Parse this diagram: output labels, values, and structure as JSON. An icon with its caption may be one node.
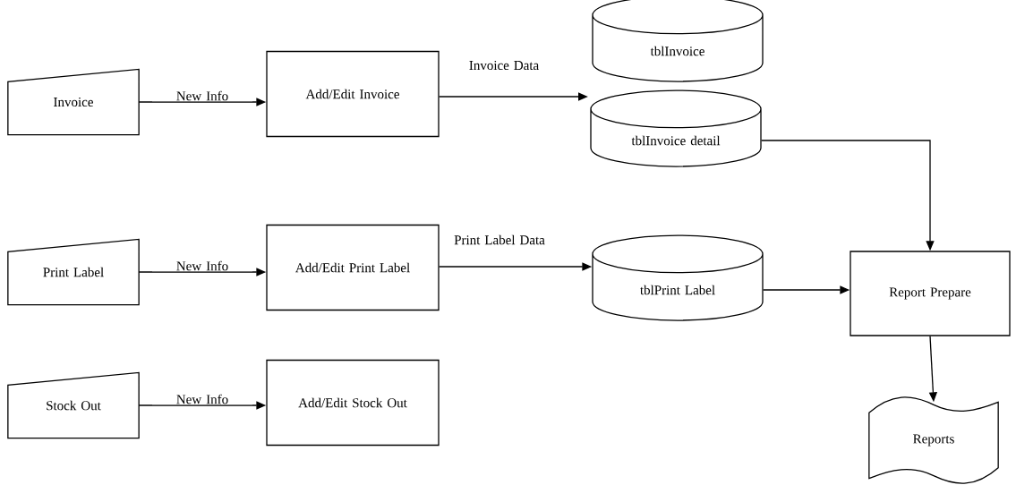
{
  "diagram": {
    "nodes": [
      {
        "text": [
          "Invoice"
        ]
      },
      {
        "text": [
          "Add/Edit Invoice"
        ]
      },
      {
        "text": [
          "tblInvoice"
        ]
      },
      {
        "text": [
          "tblInvoice detail"
        ]
      },
      {
        "text": [
          "Print Label"
        ]
      },
      {
        "text": [
          "Add/Edit Print Label"
        ]
      },
      {
        "text": [
          "tblPrint Label"
        ]
      },
      {
        "text": [
          "Stock Out"
        ]
      },
      {
        "text": [
          "Add/Edit Stock Out"
        ]
      },
      {
        "text": [
          "Report Prepare"
        ]
      },
      {
        "text": [
          "Reports"
        ]
      }
    ],
    "edges": [
      {
        "from": 0,
        "to": 1,
        "arrow": "to",
        "label": "New Info"
      },
      {
        "from": 1,
        "to": 2,
        "arrow": "to",
        "label": "Invoice Data"
      },
      {
        "from": 3,
        "to": 9,
        "arrow": "to"
      },
      {
        "from": 4,
        "to": 5,
        "arrow": "to",
        "label": "New Info"
      },
      {
        "from": 5,
        "to": 6,
        "arrow": "to",
        "label": "Print Label Data"
      },
      {
        "from": 6,
        "to": 9,
        "arrow": "to"
      },
      {
        "from": 7,
        "to": 8,
        "arrow": "to",
        "label": "New Info"
      },
      {
        "from": 9,
        "to": 10,
        "arrow": "to"
      }
    ]
  }
}
